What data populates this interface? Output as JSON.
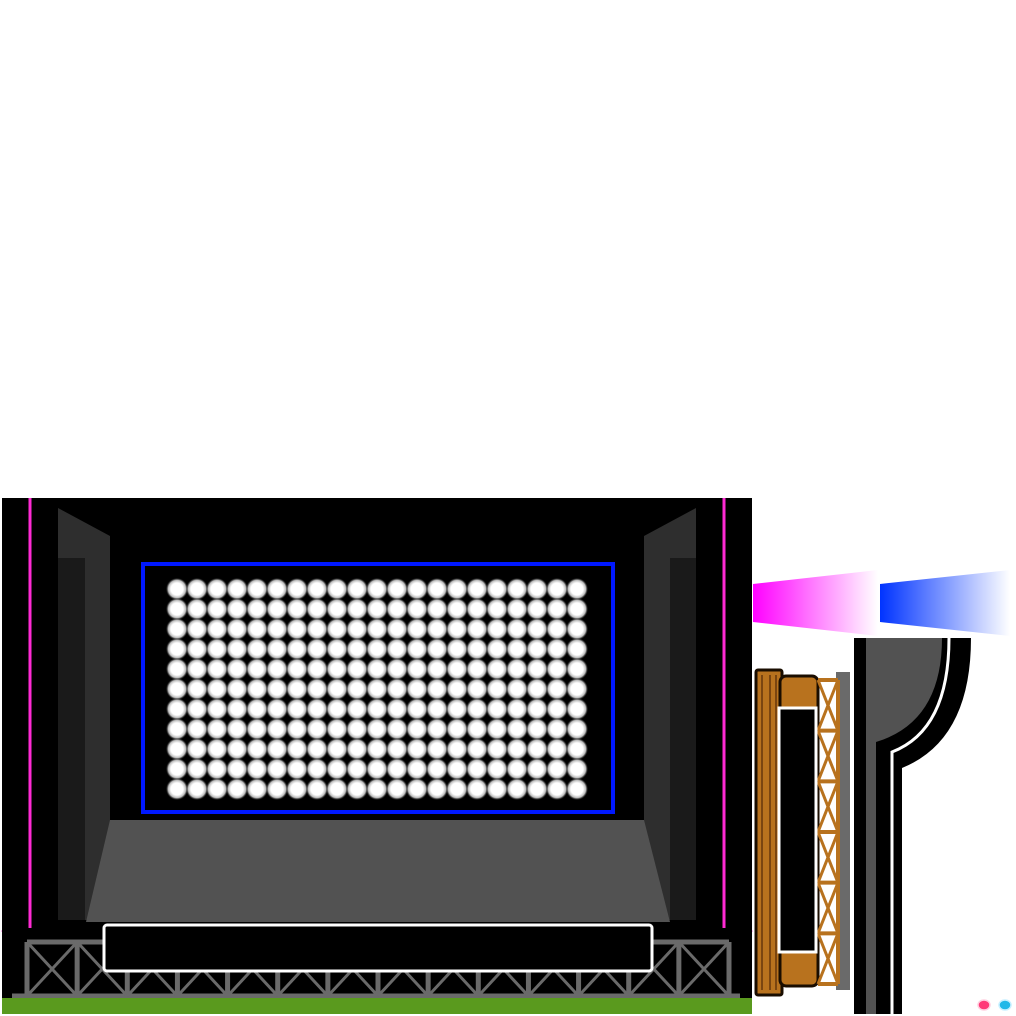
{
  "sprite_sheet": {
    "colors": {
      "background": "#ffffff",
      "stage_black": "#000000",
      "side_panel": "#2e2e2e",
      "inner_panel": "#1a1a1a",
      "stage_floor": "#525252",
      "neon_pink": "#ff2ad4",
      "screen_border": "#0018ff",
      "truss": "#6a6a6a",
      "grass": "#5a9a1e",
      "wood": "#b8721e",
      "wood_dark": "#7a4510",
      "beam_magenta": "#ff00ff",
      "beam_blue": "#0033ff",
      "dot_pink": "#ff3a78",
      "dot_cyan": "#22b8e8"
    },
    "led_screen": {
      "columns": 21,
      "rows": 11
    },
    "stage_truss": {
      "columns": 14
    },
    "side_truss": {
      "rungs": 6
    },
    "sprites": [
      {
        "name": "stage",
        "icon": "concert-stage-icon"
      },
      {
        "name": "beam-magenta",
        "icon": "spotlight-beam-icon"
      },
      {
        "name": "beam-blue",
        "icon": "spotlight-beam-icon"
      },
      {
        "name": "speaker-tower",
        "icon": "speaker-tower-icon"
      },
      {
        "name": "curved-pillar",
        "icon": "curved-pillar-icon"
      },
      {
        "name": "dot-pink",
        "icon": "indicator-dot-icon"
      },
      {
        "name": "dot-cyan",
        "icon": "indicator-dot-icon"
      }
    ]
  }
}
